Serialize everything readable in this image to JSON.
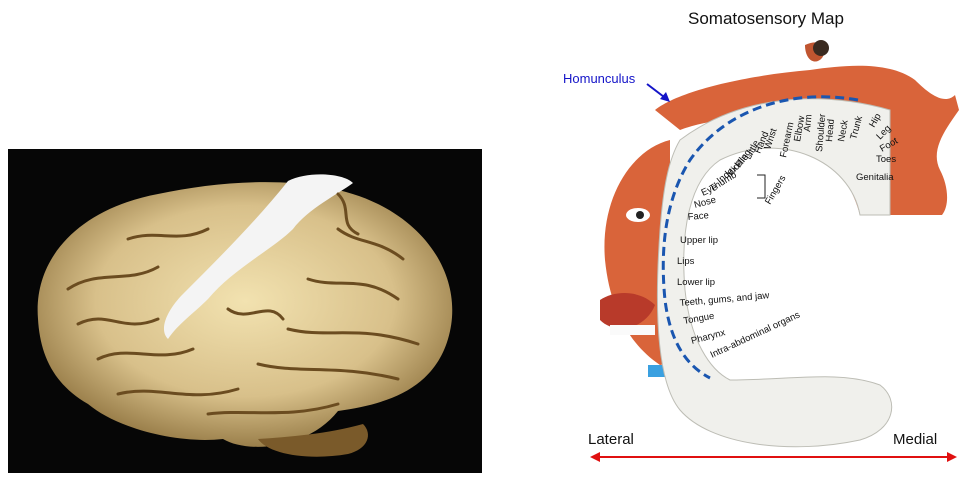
{
  "diagram": {
    "title": "Somatosensory Map",
    "homunculus_label": "Homunculus",
    "axis": {
      "left": "Lateral",
      "right": "Medial"
    },
    "body_part_labels": [
      "Hip",
      "Leg",
      "Foot",
      "Toes",
      "Genitalia",
      "Trunk",
      "Neck",
      "Head",
      "Shoulder",
      "Arm",
      "Elbow",
      "Forearm",
      "Wrist",
      "Hand",
      "Little",
      "Ring",
      "Middle",
      "Index",
      "Thumb",
      "Eye",
      "Nose",
      "Face",
      "Upper lip",
      "Lips",
      "Lower lip",
      "Teeth, gums, and jaw",
      "Tongue",
      "Pharynx",
      "Intra-abdominal organs"
    ],
    "group_label": "Fingers",
    "colors": {
      "label_blue": "#1414c8",
      "axis_red": "#e01010",
      "map_blue": "#1a56b0",
      "skin": "#d9643a"
    }
  },
  "photo": {
    "icon": "brain-photo"
  }
}
